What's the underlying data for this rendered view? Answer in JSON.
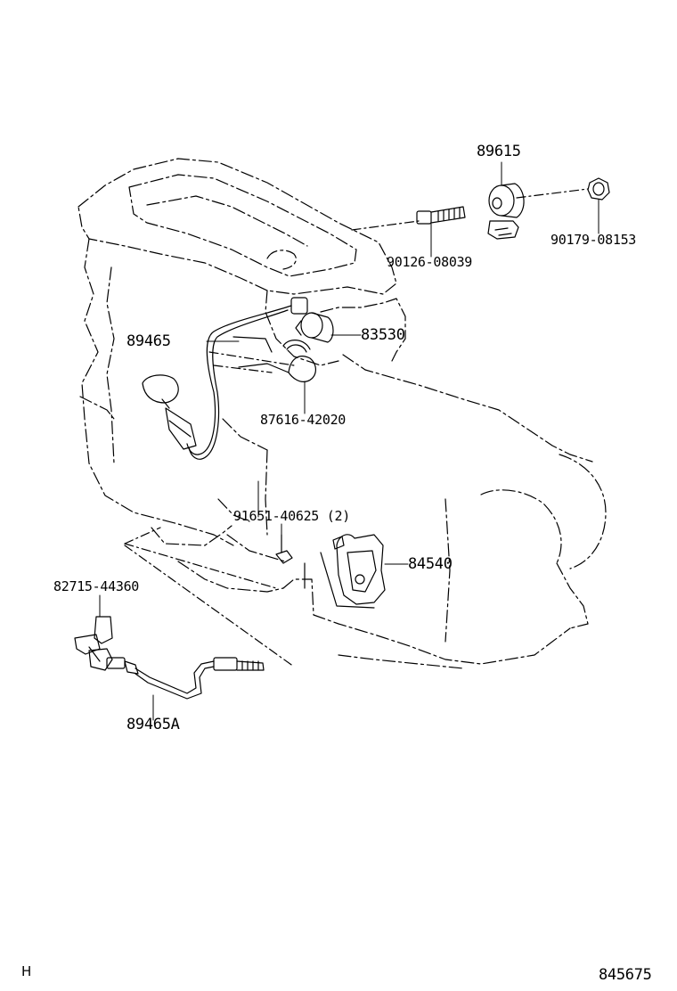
{
  "parts": {
    "p89615": "89615",
    "p90126": "90126-08039",
    "p90179": "90179-08153",
    "p89465": "89465",
    "p83530": "83530",
    "p87616": "87616-42020",
    "p91651": "91651-40625 (2)",
    "p84540": "84540",
    "p82715": "82715-44360",
    "p89465A": "89465A"
  },
  "footer": {
    "left_code": "H",
    "figure_number": "845675"
  },
  "colors": {
    "ink": "#000000",
    "background": "#ffffff"
  }
}
